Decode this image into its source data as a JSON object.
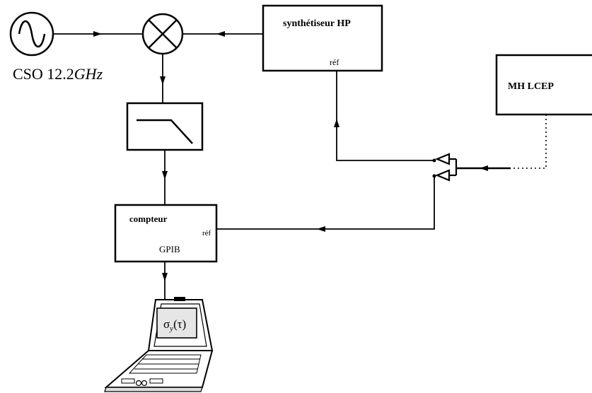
{
  "oscillator": {
    "label_main": "CSO 12.2",
    "label_unit": "GHz"
  },
  "synthesizer": {
    "title": "synthétiseur HP",
    "ref_label": "réf"
  },
  "maser": {
    "title": "MH LCEP"
  },
  "counter": {
    "title": "compteur",
    "ref_label": "réf",
    "bus_label": "GPIB"
  },
  "computer": {
    "sigma": "σ",
    "sub": "y",
    "arg": "(τ)"
  },
  "colors": {
    "line": "#000000",
    "background": "#ffffff",
    "screen": "#e6e6e6"
  }
}
